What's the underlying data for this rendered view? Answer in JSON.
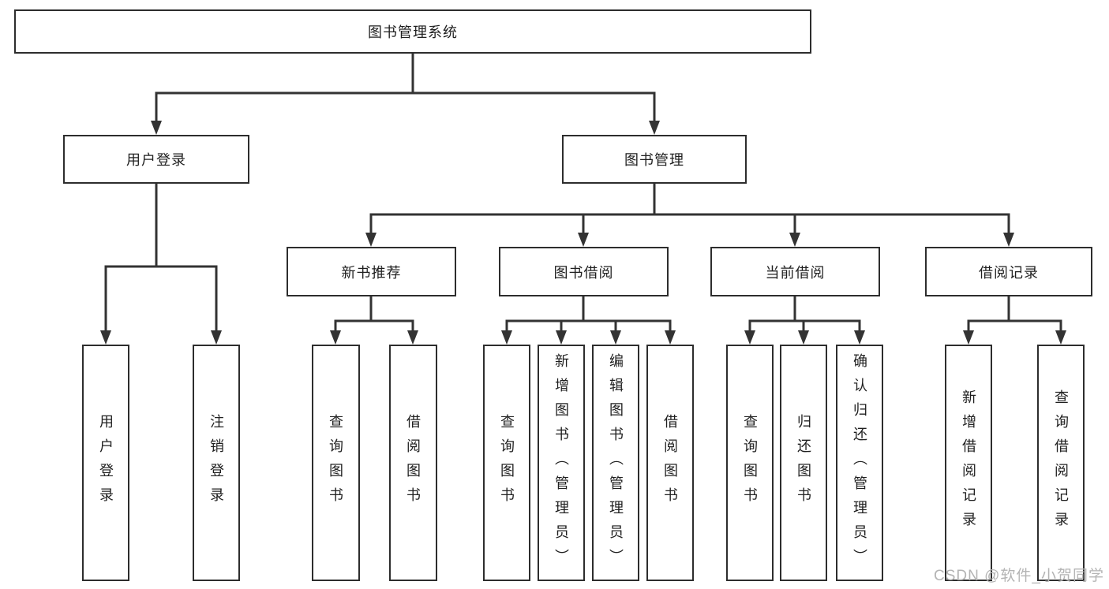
{
  "tree": {
    "root": "图书管理系统",
    "level2": [
      {
        "label": "用户登录",
        "children": [
          {
            "label": "用户登录"
          },
          {
            "label": "注销登录"
          }
        ]
      },
      {
        "label": "图书管理",
        "children": [
          {
            "label": "新书推荐",
            "children": [
              {
                "label": "查询图书"
              },
              {
                "label": "借阅图书"
              }
            ]
          },
          {
            "label": "图书借阅",
            "children": [
              {
                "label": "查询图书"
              },
              {
                "label": "新增图书（管理员）"
              },
              {
                "label": "编辑图书（管理员）"
              },
              {
                "label": "借阅图书"
              }
            ]
          },
          {
            "label": "当前借阅",
            "children": [
              {
                "label": "查询图书"
              },
              {
                "label": "归还图书"
              },
              {
                "label": "确认归还（管理员）"
              }
            ]
          },
          {
            "label": "借阅记录",
            "children": [
              {
                "label": "新增借阅记录"
              },
              {
                "label": "查询借阅记录"
              }
            ]
          }
        ]
      }
    ]
  },
  "watermark": {
    "text": "CSDN @软件_小贺同学"
  },
  "colors": {
    "line": "#333333",
    "box_border": "#2d2d2d",
    "text": "#1f1f1f",
    "background": "#ffffff",
    "watermark": "#b4b4b4"
  }
}
